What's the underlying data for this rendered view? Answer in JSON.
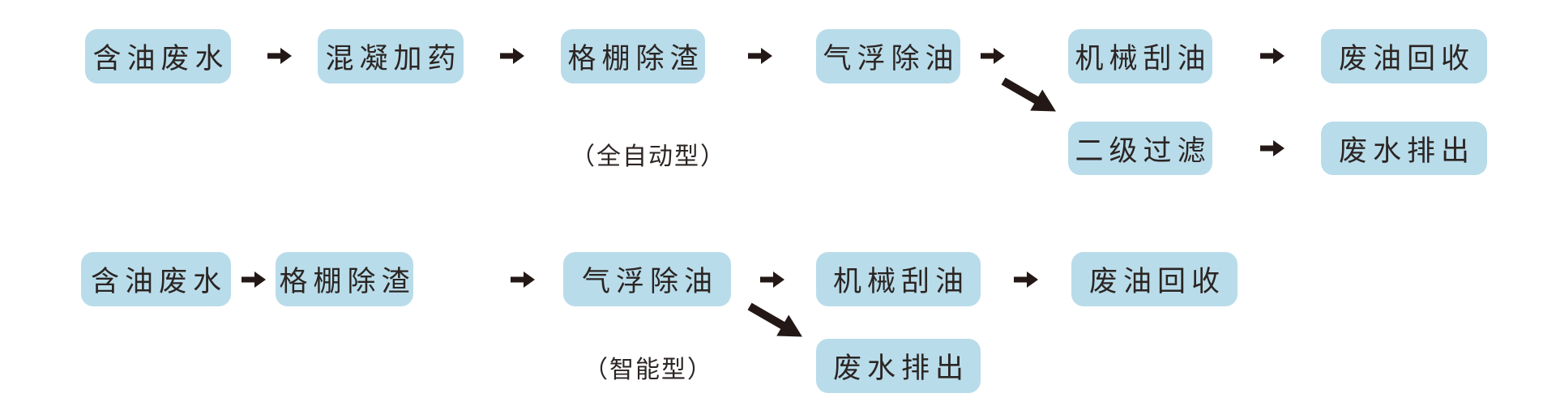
{
  "colors": {
    "background": "#ffffff",
    "box_fill": "#b9dcea",
    "text": "#2b2523",
    "arrow": "#231815"
  },
  "flowchart_top": {
    "type_label": "（全自动型）",
    "nodes": {
      "oily_wastewater": "含油废水",
      "coagulation_dosing": "混凝加药",
      "screen_slag_removal": "格棚除渣",
      "air_flotation_deoiling": "气浮除油",
      "mechanical_oil_scraping": "机械刮油",
      "waste_oil_recovery": "废油回收",
      "secondary_filtration": "二级过滤",
      "wastewater_discharge": "废水排出"
    },
    "main_sequence": [
      "含油废水",
      "混凝加药",
      "格棚除渣",
      "气浮除油",
      "机械刮油",
      "废油回收"
    ],
    "branch_sequence": [
      "气浮除油",
      "二级过滤",
      "废水排出"
    ]
  },
  "flowchart_bottom": {
    "type_label": "（智能型）",
    "nodes": {
      "oily_wastewater": "含油废水",
      "screen_slag_removal": "格棚除渣",
      "air_flotation_deoiling": "气浮除油",
      "mechanical_oil_scraping": "机械刮油",
      "waste_oil_recovery": "废油回收",
      "wastewater_discharge": "废水排出"
    },
    "main_sequence": [
      "含油废水",
      "格棚除渣",
      "气浮除油",
      "机械刮油",
      "废油回收"
    ],
    "branch_sequence": [
      "气浮除油",
      "废水排出"
    ]
  }
}
